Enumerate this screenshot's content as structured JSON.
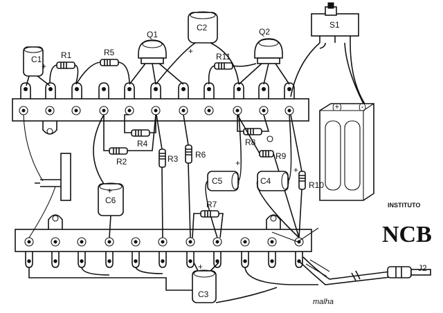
{
  "components": {
    "c1": "C1",
    "r1": "R1",
    "r5": "R5",
    "q1": "Q1",
    "c2": "C2",
    "r11": "R11",
    "q2": "Q2",
    "s1": "S1",
    "r4": "R4",
    "r2": "R2",
    "r3": "R3",
    "r6": "R6",
    "r8": "R8",
    "r9": "R9",
    "c5": "C5",
    "c4": "C4",
    "r10": "R10",
    "c6": "C6",
    "r7": "R7",
    "c3": "C3",
    "j2": "J2"
  },
  "battery": {
    "plus": "(+)",
    "minus": "(-)"
  },
  "polarity_plus": "+",
  "malha": "malha",
  "logo": {
    "line1": "INSTITUTO",
    "line2": "NCB"
  }
}
